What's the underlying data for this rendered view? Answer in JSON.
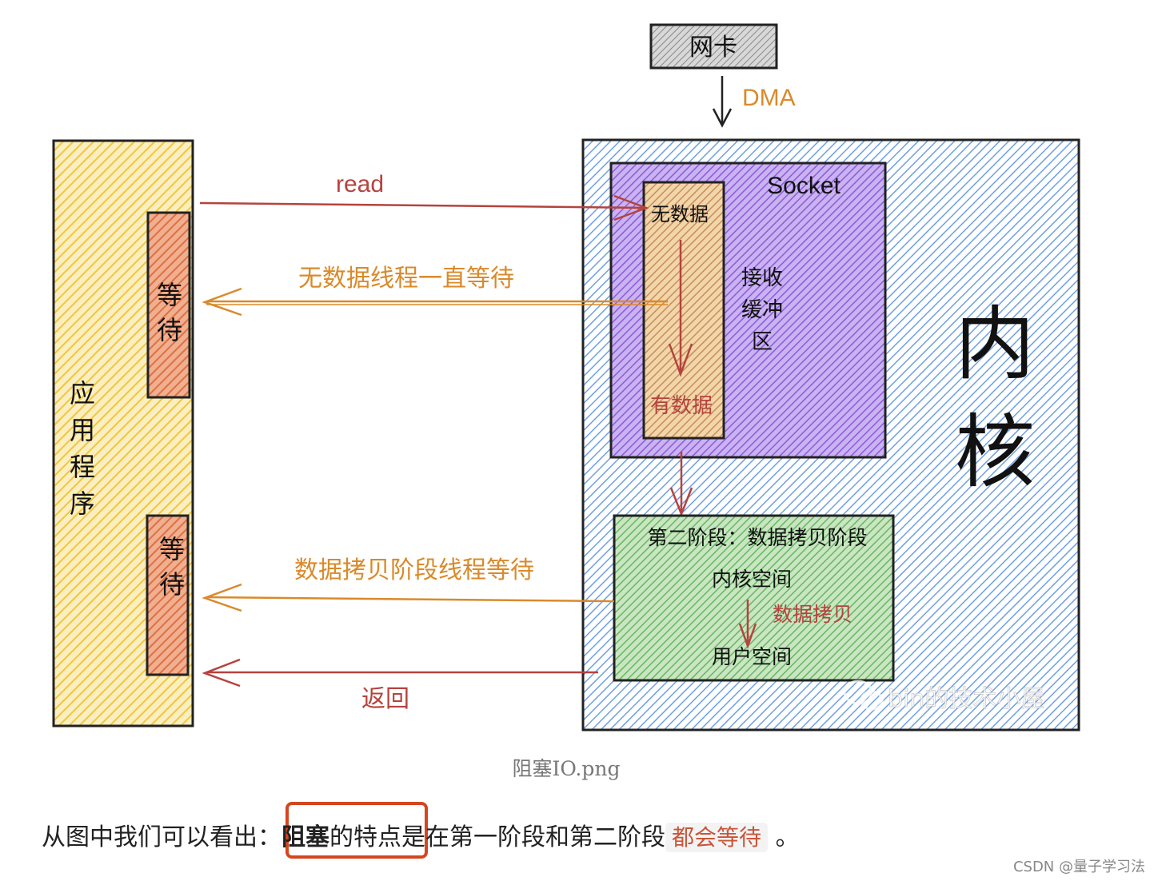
{
  "diagram": {
    "nic_label": "网卡",
    "dma_label": "DMA",
    "app_label": [
      "应",
      "用",
      "程",
      "序"
    ],
    "wait_label_1": [
      "等",
      "待"
    ],
    "wait_label_2": [
      "等",
      "待"
    ],
    "kernel_label": [
      "内",
      "核"
    ],
    "socket_label": "Socket",
    "recv_buffer_label": [
      "接收",
      "缓冲",
      "区"
    ],
    "no_data_label": "无数据",
    "has_data_label": "有数据",
    "read_label": "read",
    "no_data_wait_label": "无数据线程一直等待",
    "copy_wait_label": "数据拷贝阶段线程等待",
    "return_label": "返回",
    "stage2_title": "第二阶段：数据拷贝阶段",
    "kernel_space_label": "内核空间",
    "data_copy_label": "数据拷贝",
    "user_space_label": "用户空间",
    "watermark": "bin的技术小屋"
  },
  "caption": "阻塞IO.png",
  "paragraph": {
    "prefix": "从图中我们可以看出：",
    "bold": "阻塞",
    "middle": "的特点是在第一阶段和第二阶段",
    "chip": "都会等待",
    "suffix": "。"
  },
  "csdn_watermark": "CSDN @量子学习法",
  "colors": {
    "app_fill": "#f6d35a",
    "wait_fill": "#e8825a",
    "kernel_fill": "#6ea0e6",
    "socket_fill": "#9b6be0",
    "buffer_fill": "#e7b278",
    "stage2_fill": "#7cc07a",
    "red_arrow": "#b5433e",
    "orange_arrow": "#d98a2b",
    "nic_fill": "#aaaaaa"
  }
}
